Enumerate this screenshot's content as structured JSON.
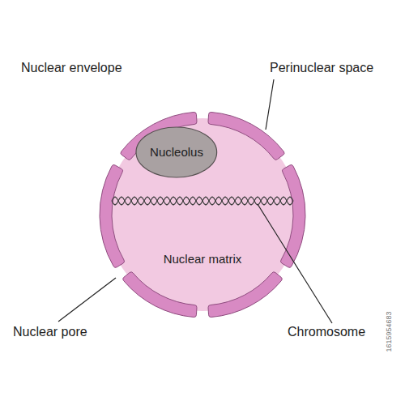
{
  "diagram": {
    "nodes": [
      {
        "text": [
          "Nuclear matrix"
        ]
      },
      {
        "text": [
          "Nucleolus"
        ],
        "in": 0
      }
    ],
    "labels": [
      "Nuclear envelope",
      "Perinuclear space",
      "Nuclear pore",
      "Chromosome",
      "1615954683"
    ]
  }
}
